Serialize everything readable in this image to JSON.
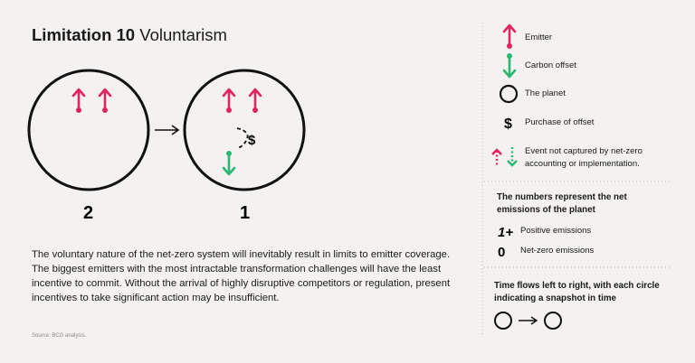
{
  "title": {
    "bold": "Limitation 10",
    "rest": "Voluntarism"
  },
  "diagram": {
    "circles": [
      {
        "label": "2",
        "emitters": 2,
        "offsets": 0,
        "purchase": false
      },
      {
        "label": "1",
        "emitters": 2,
        "offsets": 1,
        "purchase": true
      }
    ]
  },
  "description": "The voluntary nature of the net-zero system will inevitably result in limits to emitter coverage. The biggest emitters with the most intractable transformation challenges will have the least incentive to commit. Without the arrival of highly disruptive competitors or regulation, present incentives to take significant action may be insufficient.",
  "source": "Source: BCG analysis.",
  "legend": {
    "items": [
      "Emitter",
      "Carbon offset",
      "The planet",
      "Purchase of offset",
      "Event not captured by net-zero accounting or implementation."
    ],
    "numbers_heading": "The numbers represent the net emissions of the planet",
    "positive_symbol": "1+",
    "positive": "Positive emissions",
    "zero_symbol": "0",
    "zero": "Net-zero emissions",
    "time_heading": "Time flows left to right, with each circle indicating a snapshot in time"
  },
  "colors": {
    "emitter": "#e0245e",
    "offset": "#2bb673",
    "background": "#f3f2f0"
  }
}
